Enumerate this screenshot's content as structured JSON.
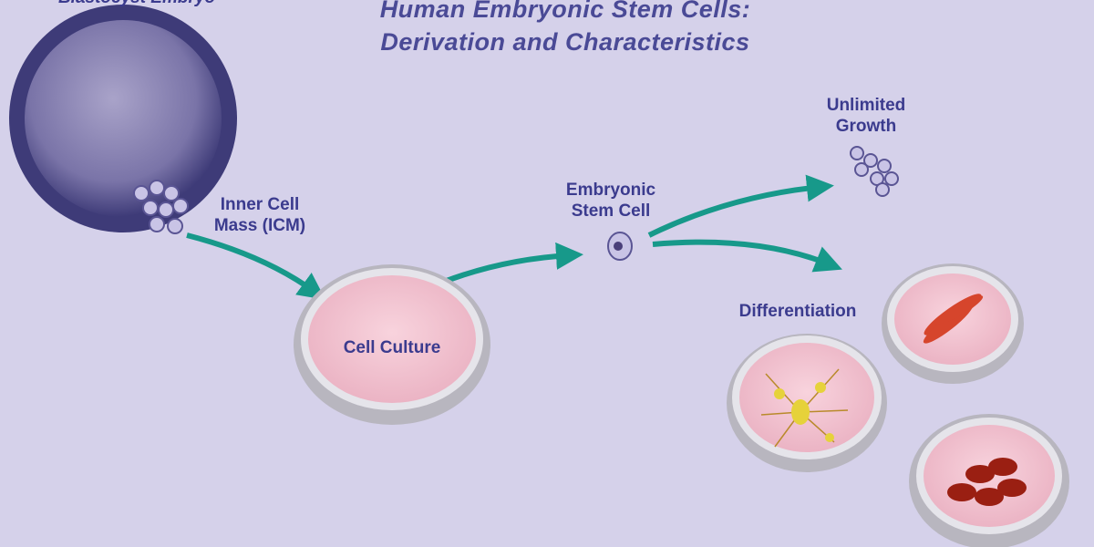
{
  "title": {
    "line1": "Human Embryonic Stem Cells:",
    "line2": "Derivation and Characteristics"
  },
  "labels": {
    "blastocyst": "Blastocyst Embryo",
    "icm": "Inner Cell Mass (ICM)",
    "cell_culture": "Cell Culture",
    "embryonic_stem_cell": "Embryonic Stem Cell",
    "unlimited_growth": "Unlimited Growth",
    "differentiation": "Differentiation"
  },
  "colors": {
    "background": "#d5d1ea",
    "text": "#3b3b8e",
    "arrow": "#17998a",
    "embryo": "#4a4785",
    "dish_medium": "#f3c6d3"
  }
}
